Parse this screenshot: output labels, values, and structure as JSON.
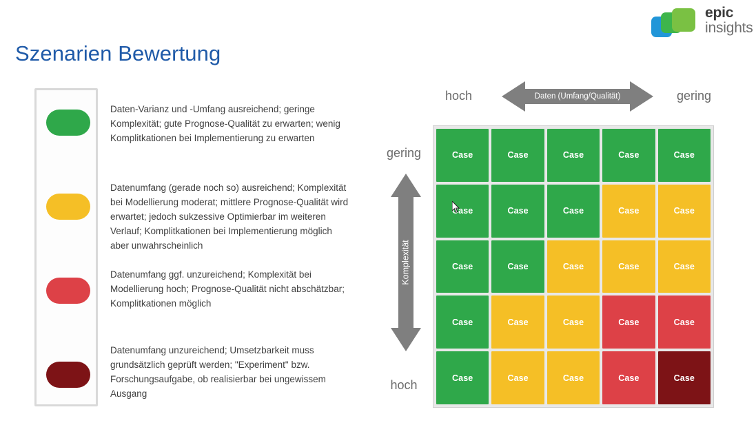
{
  "brand": {
    "name_bold": "epic",
    "name_light": "insights",
    "colors": {
      "blue": "#2196d8",
      "teal": "#3eb54b",
      "green": "#7ac143"
    }
  },
  "page": {
    "title": "Szenarien Bewertung",
    "title_color": "#1f5aa8"
  },
  "legend": {
    "items": [
      {
        "color": "#2fa84a",
        "level": "green",
        "text": "Daten-Varianz und -Umfang ausreichend; geringe Komplexität; gute Prognose-Qualität zu erwarten; wenig Komplitkationen bei Implementierung zu erwarten"
      },
      {
        "color": "#f5bf26",
        "level": "yellow",
        "text": "Datenumfang (gerade noch so) ausreichend; Komplexität bei Modellierung moderat; mittlere Prognose-Qualität wird erwartet; jedoch sukzessive Optimierbar im weiteren Verlauf; Komplitkationen bei Implementierung möglich aber unwahrscheinlich"
      },
      {
        "color": "#dd4147",
        "level": "red",
        "text": "Datenumfang ggf. unzureichend; Komplexität bei Modellierung hoch; Prognose-Qualität nicht abschätzbar; Komplitkationen möglich"
      },
      {
        "color": "#7d1316",
        "level": "darkred",
        "text": "Datenumfang unzureichend; Umsetzbarkeit muss grundsätzlich geprüft werden; \"Experiment\" bzw. Forschungsaufgabe, ob realisierbar bei ungewissem Ausgang"
      }
    ]
  },
  "axes": {
    "horizontal": {
      "label": "Daten (Umfang/Qualität)",
      "left_end": "hoch",
      "right_end": "gering",
      "arrow_color": "#7f7f7f"
    },
    "vertical": {
      "label": "Komplexität",
      "top_end": "gering",
      "bottom_end": "hoch",
      "arrow_color": "#7f7f7f"
    }
  },
  "chart_data": {
    "type": "heatmap",
    "title": "Szenarien Bewertung",
    "xlabel": "Daten (Umfang/Qualität)",
    "ylabel": "Komplexität",
    "x_direction": "hoch → gering",
    "y_direction": "gering → hoch",
    "cell_label": "Case",
    "rows": 5,
    "cols": 5,
    "palette": {
      "green": "#2fa84a",
      "yellow": "#f5bf26",
      "red": "#dd4147",
      "darkred": "#7d1316"
    },
    "matrix": [
      [
        "green",
        "green",
        "green",
        "green",
        "green"
      ],
      [
        "green",
        "green",
        "green",
        "yellow",
        "yellow"
      ],
      [
        "green",
        "green",
        "yellow",
        "yellow",
        "yellow"
      ],
      [
        "green",
        "yellow",
        "yellow",
        "red",
        "red"
      ],
      [
        "green",
        "yellow",
        "yellow",
        "red",
        "darkred"
      ]
    ],
    "labels": [
      [
        "Case",
        "Case",
        "Case",
        "Case",
        "Case"
      ],
      [
        "Case",
        "Case",
        "Case",
        "Case",
        "Case"
      ],
      [
        "Case",
        "Case",
        "Case",
        "Case",
        "Case"
      ],
      [
        "Case",
        "Case",
        "Case",
        "Case",
        "Case"
      ],
      [
        "Case",
        "Case",
        "Case",
        "Case",
        "Case"
      ]
    ],
    "grid": true,
    "legend_position": "left"
  }
}
